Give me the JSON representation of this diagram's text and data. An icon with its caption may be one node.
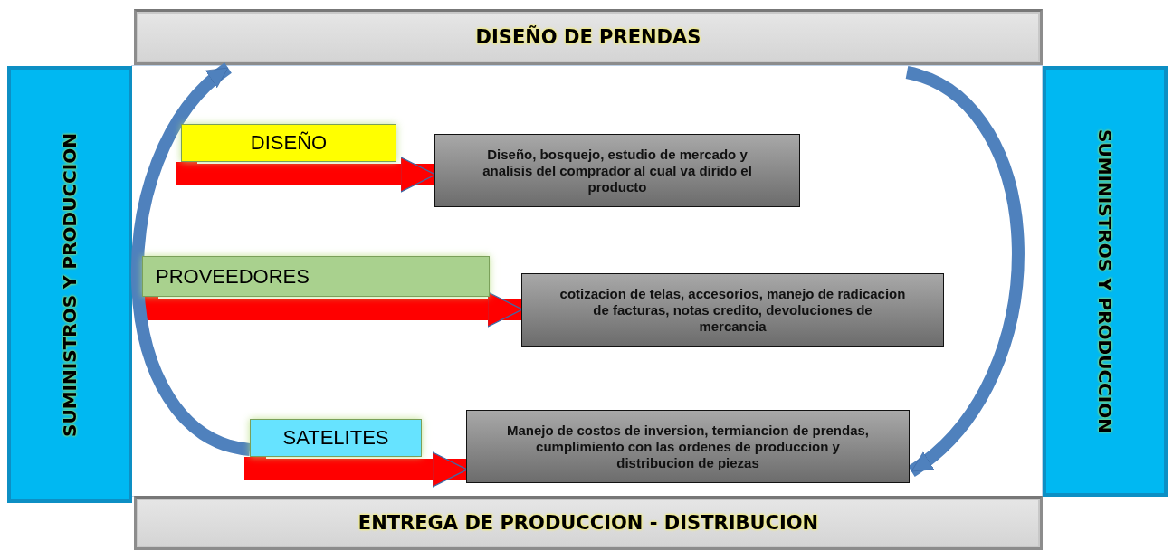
{
  "diagram": {
    "nodes": [
      {
        "text": [
          "DISEÑO DE PRENDAS"
        ]
      },
      {
        "text": [
          "SUMINISTROS Y PRODUCCION"
        ]
      },
      {
        "text": [
          "SUMINISTROS Y PRODUCCION"
        ]
      },
      {
        "text": [
          "DISEÑO"
        ]
      },
      {
        "text": [
          "Diseño, bosquejo, estudio de mercado y analisis del comprador al cual va dirido el producto"
        ]
      },
      {
        "text": [
          "PROVEEDORES"
        ]
      },
      {
        "text": [
          "cotizacion de telas, accesorios, manejo de radicacion de facturas, notas credito, devoluciones de mercancia"
        ]
      },
      {
        "text": [
          "SATELITES"
        ]
      },
      {
        "text": [
          "Manejo de costos de inversion, termiancion de prendas, cumplimiento con las ordenes de produccion y distribucion de piezas"
        ]
      },
      {
        "text": [
          "ENTREGA DE PRODUCCION - DISTRIBUCION"
        ]
      }
    ],
    "edges": [
      {
        "from": 3,
        "to": 4,
        "arrow": "to"
      },
      {
        "from": 5,
        "to": 6,
        "arrow": "to"
      },
      {
        "from": 7,
        "to": 8,
        "arrow": "to"
      },
      {
        "from": 7,
        "to": 0,
        "arrow": "to",
        "color": "#4f81bd"
      },
      {
        "from": 0,
        "to": 8,
        "arrow": "to",
        "color": "#4f81bd"
      }
    ]
  }
}
